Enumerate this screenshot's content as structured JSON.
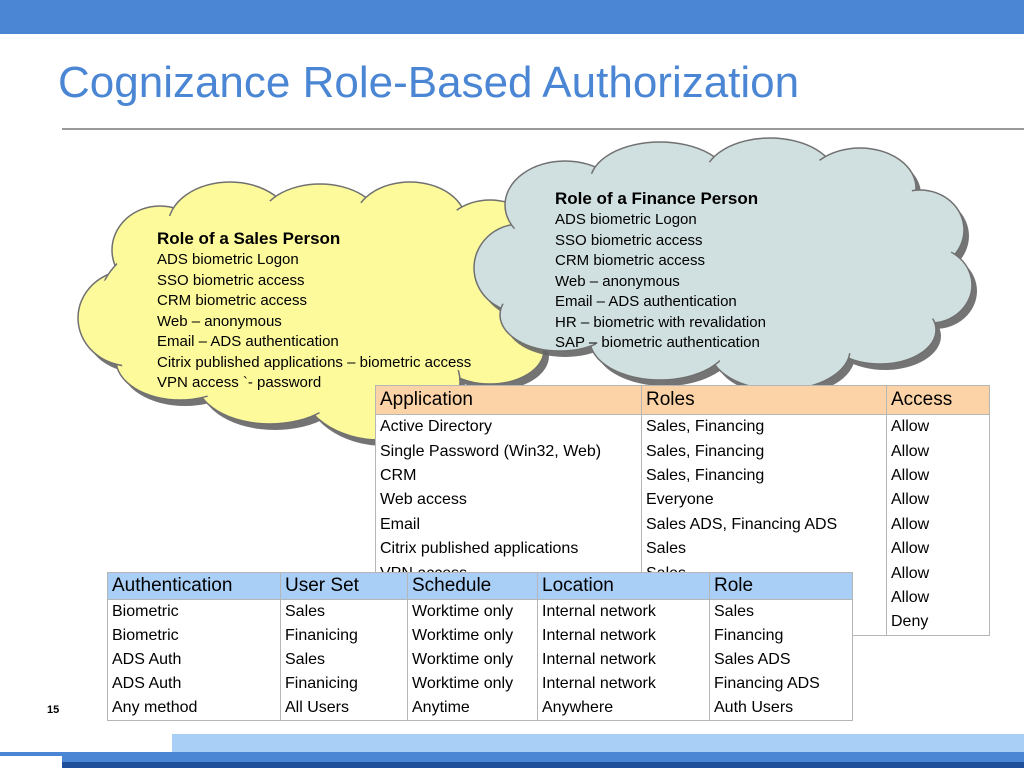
{
  "slide": {
    "title": "Cognizance Role-Based Authorization",
    "page_number": "15"
  },
  "sales_cloud": {
    "heading": "Role of a Sales Person",
    "lines": [
      "ADS biometric  Logon",
      "SSO biometric access",
      "CRM biometric access",
      "Web – anonymous",
      "Email – ADS authentication",
      "Citrix published applications – biometric access",
      "VPN access `- password"
    ],
    "fill": "#fdfa9c"
  },
  "finance_cloud": {
    "heading": "Role of a Finance Person",
    "lines": [
      "ADS biometric  Logon",
      "SSO biometric access",
      "CRM biometric access",
      "Web – anonymous",
      "Email – ADS authentication",
      "HR – biometric with revalidation",
      "SAP – biometric authentication"
    ],
    "fill": "#d0dfdf"
  },
  "app_table": {
    "headers": [
      "Application",
      "Roles",
      "Access"
    ],
    "header_color": "#fcd3a6",
    "rows": [
      [
        "Active Directory",
        "Sales, Financing",
        "Allow"
      ],
      [
        "Single Password (Win32, Web)",
        "Sales, Financing",
        "Allow"
      ],
      [
        "CRM",
        "Sales, Financing",
        "Allow"
      ],
      [
        "Web access",
        "Everyone",
        "Allow"
      ],
      [
        "Email",
        "Sales ADS, Financing ADS",
        "Allow"
      ],
      [
        "Citrix published applications",
        "Sales",
        "Allow"
      ],
      [
        "VPN access",
        "Sales",
        "Allow"
      ],
      [
        "",
        "",
        "Allow"
      ],
      [
        "",
        "",
        "Deny"
      ]
    ]
  },
  "auth_table": {
    "headers": [
      "Authentication",
      "User Set",
      "Schedule",
      "Location",
      "Role"
    ],
    "header_color": "#a9cff7",
    "rows": [
      [
        "Biometric",
        "Sales",
        "Worktime only",
        "Internal network",
        "Sales"
      ],
      [
        "Biometric",
        "Finanicing",
        "Worktime only",
        "Internal network",
        "Financing"
      ],
      [
        "ADS Auth",
        "Sales",
        "Worktime only",
        "Internal network",
        "Sales ADS"
      ],
      [
        "ADS Auth",
        "Finanicing",
        "Worktime only",
        "Internal network",
        "Financing ADS"
      ],
      [
        "Any method",
        "All Users",
        "Anytime",
        "Anywhere",
        "Auth Users"
      ]
    ]
  }
}
